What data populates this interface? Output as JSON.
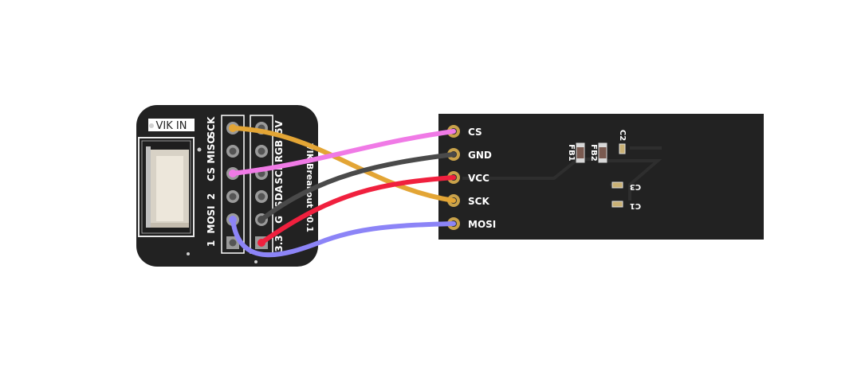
{
  "breakout": {
    "header": "VIK IN",
    "pin_labels_left": [
      "1",
      "MOSI",
      "2",
      "CS",
      "MISO",
      "SCK"
    ],
    "pin_labels_right": [
      "3.3",
      "G",
      "SDA",
      "SCL",
      "RGB",
      "5V"
    ],
    "brand": "VIK Breakout v0.1"
  },
  "module": {
    "pins": [
      "CS",
      "GND",
      "VCC",
      "SCK",
      "MOSI"
    ],
    "components": [
      "FB1",
      "FB2",
      "C2",
      "C3",
      "C1"
    ]
  },
  "wires": [
    {
      "from": "SCK",
      "to": "SCK",
      "color": "#e3a535"
    },
    {
      "from": "CS",
      "to": "CS",
      "color": "#f07ae6"
    },
    {
      "from": "G",
      "to": "GND",
      "color": "#4a4a4a"
    },
    {
      "from": "3.3",
      "to": "VCC",
      "color": "#f0203e"
    },
    {
      "from": "MOSI",
      "to": "MOSI",
      "color": "#8c84f7"
    }
  ]
}
